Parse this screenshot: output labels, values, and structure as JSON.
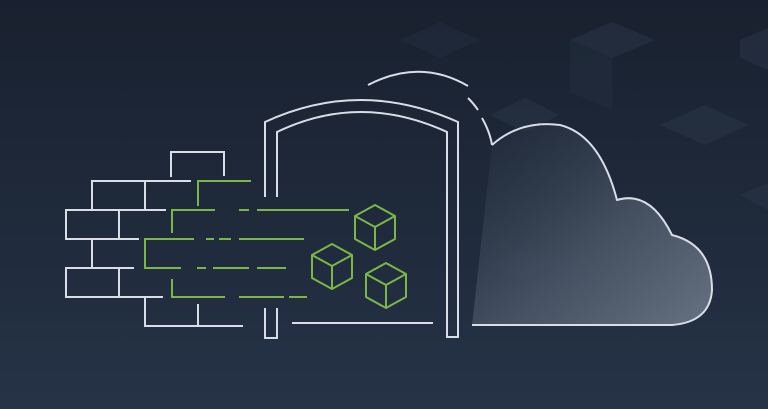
{
  "illustration": {
    "title": "Firewall to cloud data flow",
    "description": "Line-art illustration: a brick wall on the left, green dashed speed lines carrying three green cubes through an arched gateway toward a cloud on the right.",
    "elements": {
      "brick_wall": "brick-wall",
      "speed_lines": "data-flow-lines",
      "cubes": [
        "data-cube-1",
        "data-cube-2",
        "data-cube-3"
      ],
      "gateway": "arched-gateway",
      "cloud": "cloud"
    }
  },
  "colors": {
    "background_top": "#19212f",
    "background_bottom": "#263347",
    "line_white": "#d9dee6",
    "line_green": "#7ab648",
    "cloud_fill_light": "#5c6878",
    "cloud_fill_dark": "#2a3545",
    "bg_cube": "#2a3547"
  }
}
